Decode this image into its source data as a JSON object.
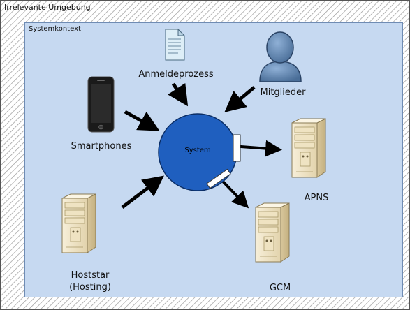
{
  "outer": {
    "title": "Irrelevante Umgebung"
  },
  "context": {
    "title": "Systemkontext"
  },
  "nodes": {
    "system": "System",
    "anmeldeprozess": "Anmeldeprozess",
    "mitglieder": "Mitglieder",
    "smartphones": "Smartphones",
    "apns": "APNS",
    "hoststar": "Hoststar\n(Hosting)",
    "gcm": "GCM"
  },
  "colors": {
    "outer_bg": "#ffffff",
    "hatch": "#9a9a9a",
    "context_bg": "#c6d9f1",
    "context_border": "#6f8cb4",
    "system_fill": "#1f5fbf",
    "system_border": "#0b2e66",
    "server_fill": "#f1e6c8",
    "server_stroke": "#8a7b55",
    "user_fill": "#5b7ea8",
    "arrow": "#000000"
  },
  "icons": {
    "document": "document-icon",
    "person": "person-icon",
    "smartphone": "smartphone-icon",
    "server": "server-icon"
  }
}
